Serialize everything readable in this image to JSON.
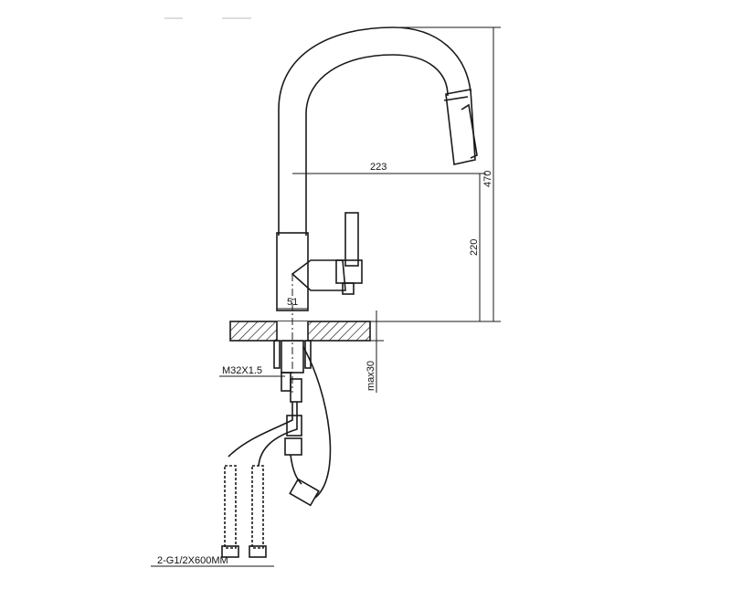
{
  "drawing": {
    "title": "Pull-out kitchen faucet dimension drawing",
    "dimensions": {
      "spout_reach": "223",
      "total_height": "470",
      "spout_height": "220",
      "body_diameter": "51",
      "thread": "M32X1.5",
      "max_deck_thickness": "max30",
      "supply_hoses": "2-G1/2X600MM"
    },
    "colors": {
      "line": "#1a1a1a",
      "background": "#ffffff"
    }
  }
}
